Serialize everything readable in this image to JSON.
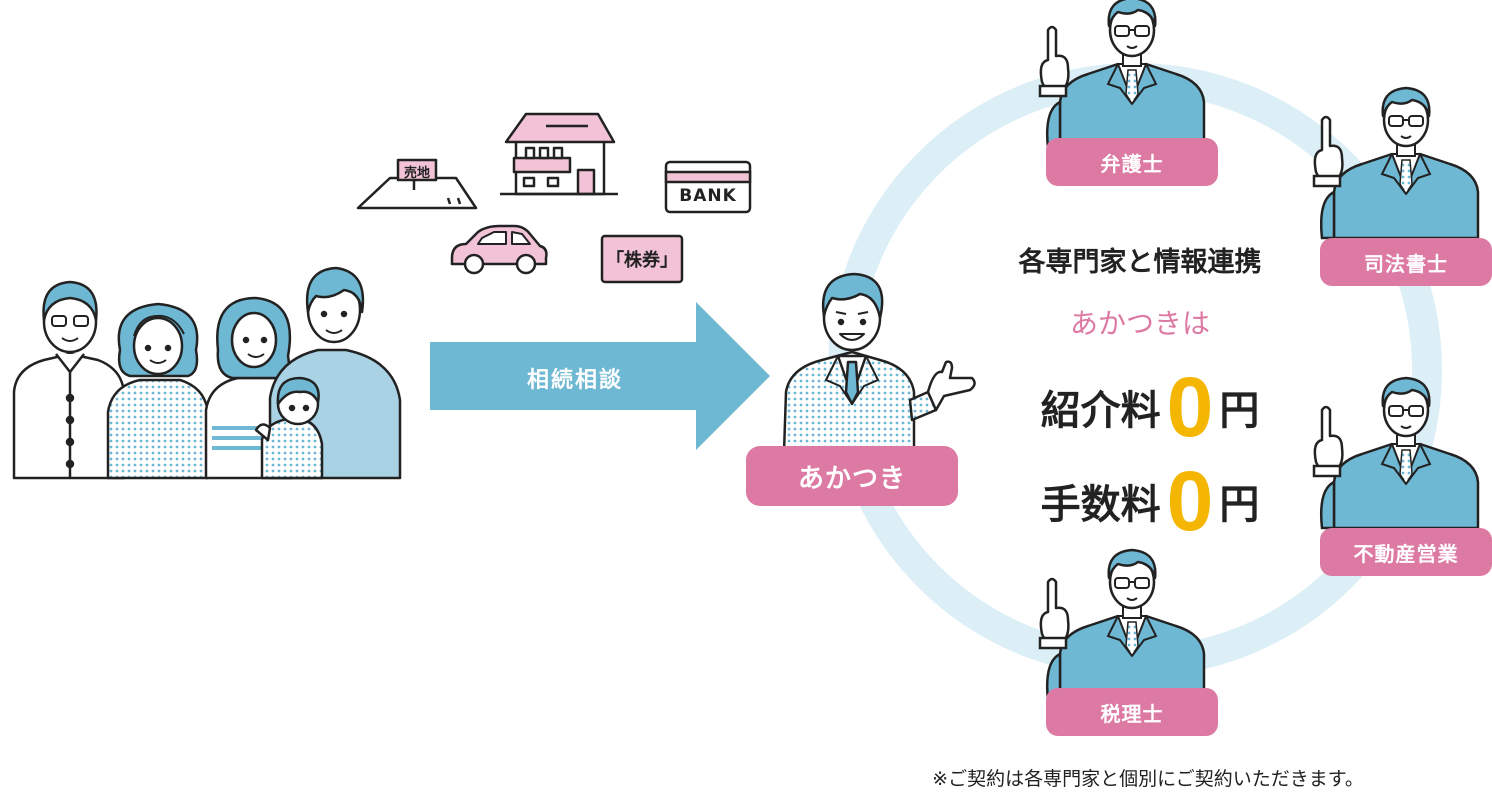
{
  "flow": {
    "arrow_label": "相続相談",
    "hub_label": "あかつき"
  },
  "assets": {
    "land_sign": "売地",
    "bank_card": "BANK",
    "stock_card": "「株券」"
  },
  "specialists": [
    {
      "label": "弁護士"
    },
    {
      "label": "司法書士"
    },
    {
      "label": "不動産営業"
    },
    {
      "label": "税理士"
    }
  ],
  "center": {
    "heading": "各専門家と情報連携",
    "subheading": "あかつきは",
    "fee1_prefix": "紹介料",
    "fee1_value": "0",
    "fee1_suffix": "円",
    "fee2_prefix": "手数料",
    "fee2_value": "0",
    "fee2_suffix": "円"
  },
  "footnote": "※ご契約は各専門家と個別にご契約いただきます。",
  "colors": {
    "pink": "#dd7aa3",
    "blue": "#6fb8d3",
    "ring": "#dceff7",
    "zero": "#f4b600",
    "outline": "#222222"
  }
}
